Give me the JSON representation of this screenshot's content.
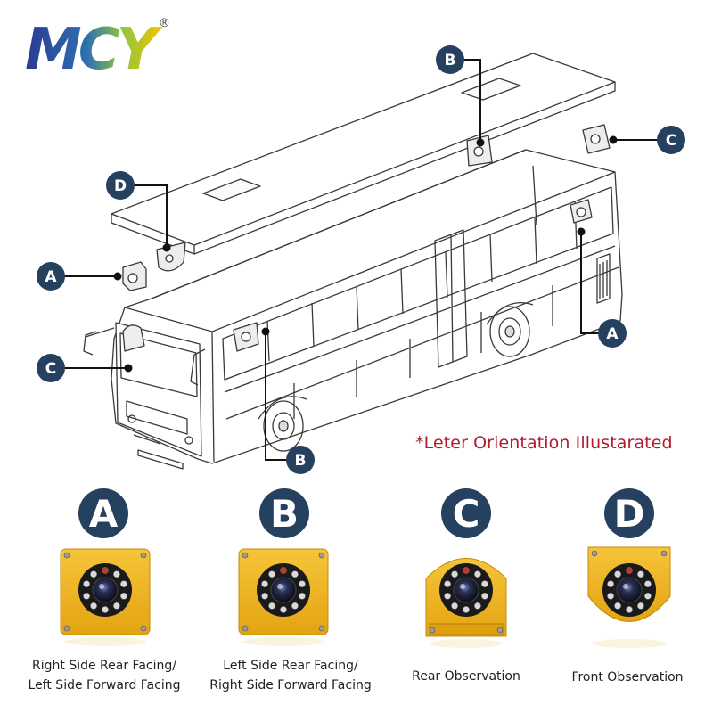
{
  "brand": {
    "logo_text": "MCY",
    "registered_mark": "®",
    "colors": {
      "blue": "#2a3b91",
      "green": "#8cc63f",
      "yellow": "#f5c400"
    }
  },
  "callout_colors": {
    "badge": "#26415f",
    "badge_text": "#ffffff",
    "line": "#111111"
  },
  "callouts": {
    "a_left": "A",
    "a_right": "A",
    "b_top": "B",
    "b_bottom": "B",
    "c_left": "C",
    "c_right": "C",
    "d_top": "D"
  },
  "note": "*Leter Orientation Illustarated",
  "cameras": [
    {
      "letter": "A",
      "line1": "Right Side Rear Facing/",
      "line2": "Left Side Forward Facing",
      "color": "#f1b51c"
    },
    {
      "letter": "B",
      "line1": "Left Side Rear Facing/",
      "line2": "Right Side Forward Facing",
      "color": "#f1b51c"
    },
    {
      "letter": "C",
      "line1": "Rear Observation",
      "line2": "",
      "color": "#f1b51c"
    },
    {
      "letter": "D",
      "line1": "Front Observation",
      "line2": "",
      "color": "#f1b51c"
    }
  ]
}
